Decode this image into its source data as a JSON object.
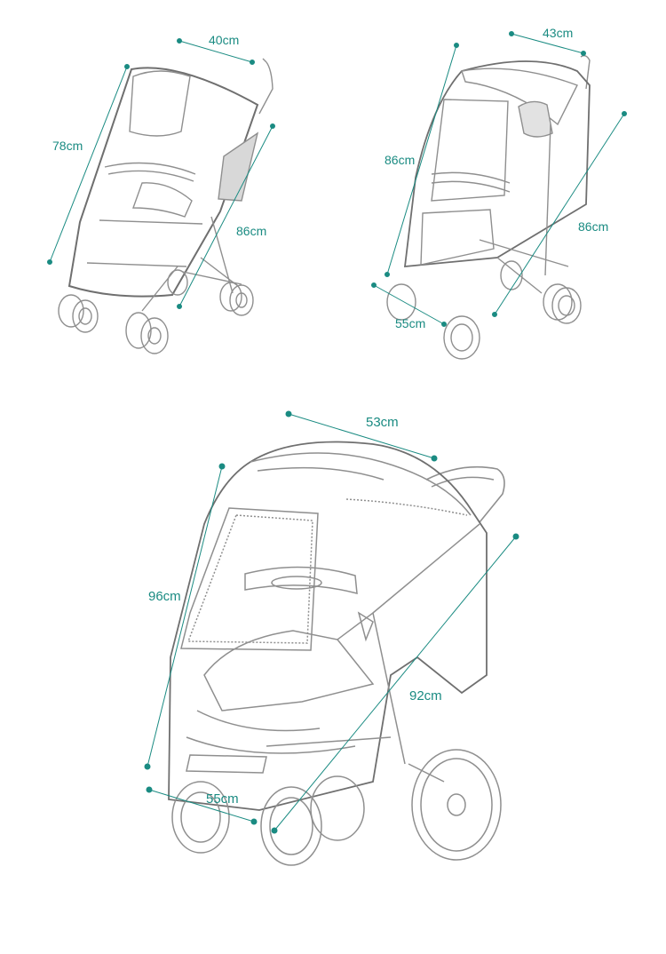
{
  "colors": {
    "dimension": "#1a8b82",
    "drawing": "#8f8f8f",
    "background": "#ffffff"
  },
  "figures": [
    {
      "name": "stroller-1",
      "labels": {
        "width": "40cm",
        "height": "78cm",
        "depth": "86cm"
      }
    },
    {
      "name": "stroller-2",
      "labels": {
        "width": "43cm",
        "height": "86cm",
        "depth": "86cm",
        "front": "55cm"
      }
    },
    {
      "name": "stroller-3",
      "labels": {
        "width": "53cm",
        "height": "96cm",
        "depth": "92cm",
        "front": "55cm"
      }
    }
  ]
}
